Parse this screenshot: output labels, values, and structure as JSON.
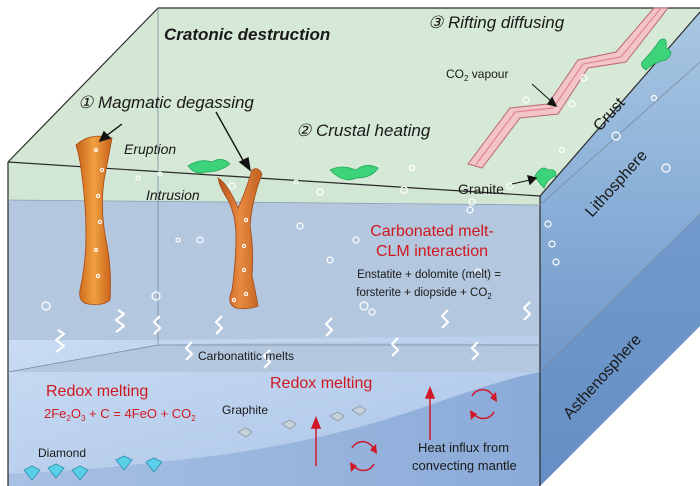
{
  "labels": {
    "title": "Cratonic destruction",
    "step1": "① Magmatic degassing",
    "step2": "② Crustal heating",
    "step3": "③ Rifting diffusing",
    "eruption": "Eruption",
    "intrusion": "Intrusion",
    "co2_vapour": "CO",
    "co2_vapour_sub": "2",
    "co2_vapour_tail": " vapour",
    "granite": "Granite",
    "crust": "Crust",
    "lithosphere": "Lithosphere",
    "asthenosphere": "Asthenosphere",
    "carbonated_line1": "Carbonated melt-",
    "carbonated_line2": "CLM interaction",
    "reaction1_line1": "Enstatite + dolomite (melt) =",
    "reaction1_line2": "forsterite + diopside + CO",
    "reaction1_sub": "2",
    "carbonatitic": "Carbonatitic melts",
    "redox_left": "Redox melting",
    "redox_center": "Redox melting",
    "eq_p1": "2Fe",
    "eq_s1": "2",
    "eq_p2": "O",
    "eq_s2": "3",
    "eq_p3": " + C = 4FeO + CO",
    "eq_s3": "2",
    "graphite": "Graphite",
    "diamond": "Diamond",
    "heat_line1": "Heat influx from",
    "heat_line2": "convecting mantle"
  },
  "colors": {
    "crust_top": "#d4e7d4",
    "crust_front": "#d0e6d6",
    "lithosphere_front": "#b2c6dd",
    "asthenosphere_front": "#bed3f0",
    "right_upper": "#8fb6d8",
    "right_lower": "#5f8fc4",
    "magma": "#e8872a",
    "granite": "#3dd37a",
    "label_red": "#d0181f"
  }
}
